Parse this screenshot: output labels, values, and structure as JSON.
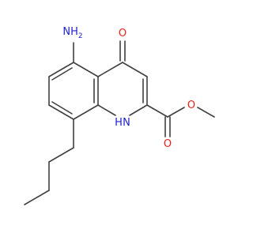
{
  "molecule": {
    "atom_labels": {
      "amino": "NH",
      "amino_h_count": "2",
      "ketone_oxygen": "O",
      "ring_nitrogen_h": "H",
      "ring_nitrogen": "N",
      "carbonyl_oxygen": "O",
      "ester_oxygen": "O"
    },
    "colors": {
      "bond": "#404040",
      "nitrogen": "#1f24cc",
      "oxygen": "#e8221b",
      "background": "#ffffff"
    }
  }
}
